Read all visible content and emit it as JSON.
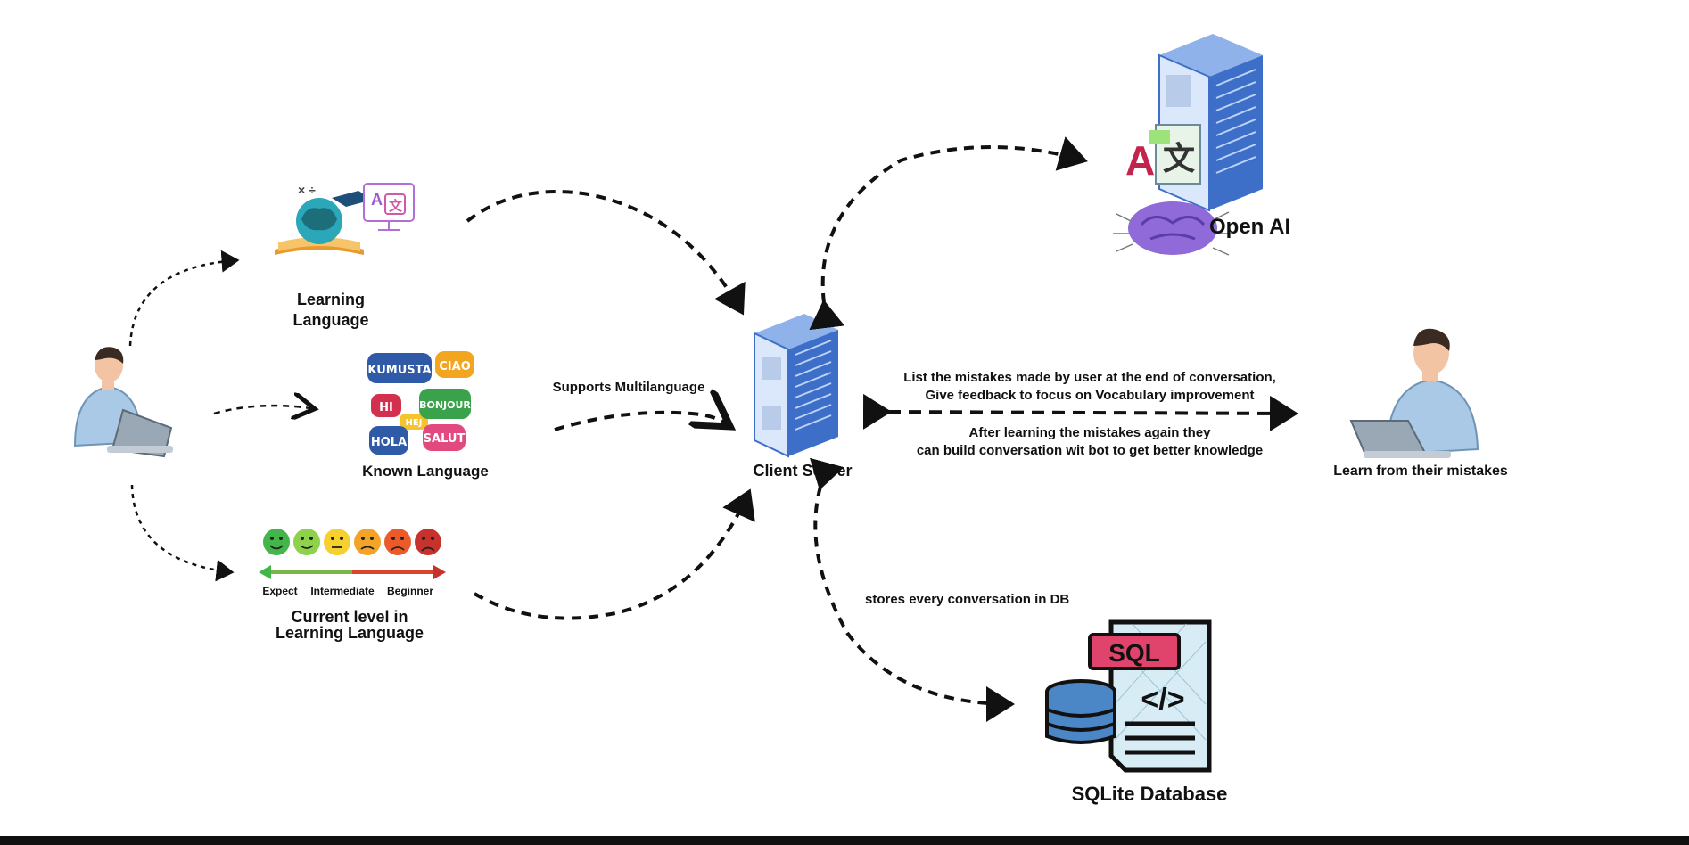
{
  "nodes": {
    "learning_language": {
      "label_line1": "Learning",
      "label_line2": "Language"
    },
    "known_language": {
      "label": "Known Language",
      "bubbles": [
        "KUMUSTA",
        "CIAO",
        "HI",
        "HEJ",
        "BONJOUR",
        "HOLA",
        "SALUT"
      ]
    },
    "current_level": {
      "label_line1": "Current level in",
      "label_line2": "Learning Language",
      "scale": [
        "Expect",
        "Intermediate",
        "Beginner"
      ]
    },
    "client_server": {
      "label": "Client Server"
    },
    "open_ai": {
      "label": "Open AI",
      "glyphs": [
        "A",
        "文"
      ]
    },
    "sqlite": {
      "label": "SQLite Database",
      "badge": "SQL",
      "code": "</>"
    },
    "learner": {
      "label": "Learn from their mistakes"
    }
  },
  "edges": {
    "supports": "Supports  Multilanguage",
    "feedback_line1": "List the mistakes made by user at the end of conversation,",
    "feedback_line2": "Give feedback to focus on Vocabulary improvement",
    "relearn_line1": "After learning the mistakes again they",
    "relearn_line2": "can build conversation wit bot to get better knowledge",
    "stores": "stores every conversation in DB"
  },
  "colors": {
    "arrow": "#111111",
    "server_blue": "#3d6fc9",
    "server_light": "#dbe7fb",
    "shirt": "#a9c9e6",
    "laptop": "#9aa7b4",
    "sql_pink": "#e0446d",
    "db_blue": "#4b86c6",
    "brain_purple": "#8f6ad8"
  }
}
